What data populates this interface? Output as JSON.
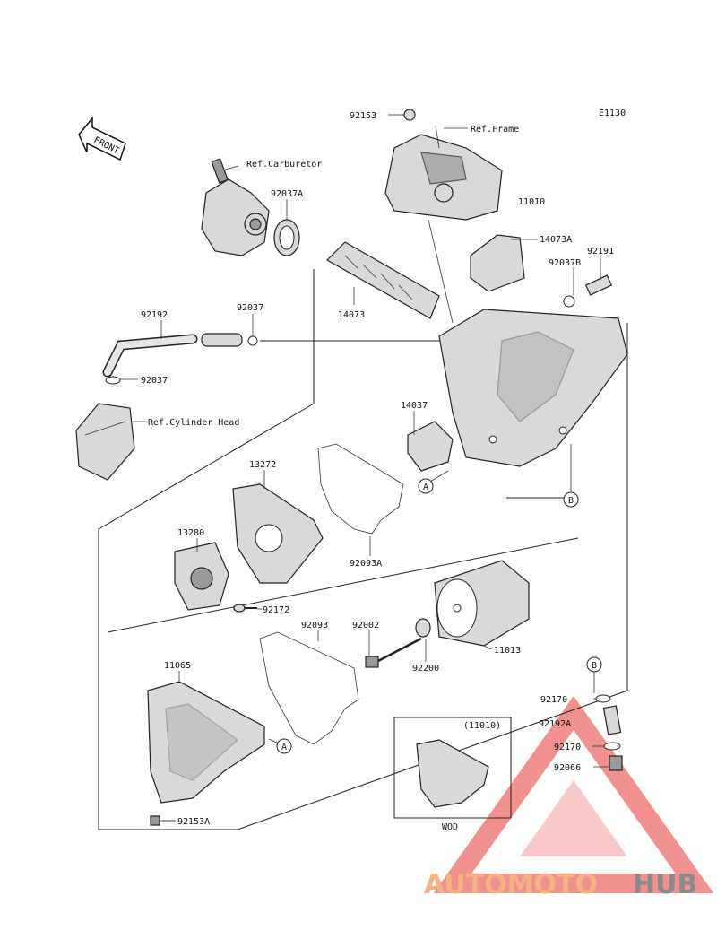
{
  "diagram_code": "E1130",
  "front_label": "FRONT",
  "refs": {
    "carburetor": "Ref.Carburetor",
    "frame": "Ref.Frame",
    "cylinder_head": "Ref.Cylinder Head"
  },
  "part_numbers": {
    "p92153": "92153",
    "p11010": "11010",
    "p92037A": "92037A",
    "p14073A": "14073A",
    "p92191": "92191",
    "p92037B": "92037B",
    "p92192": "92192",
    "p92037_top": "92037",
    "p14073": "14073",
    "p92037_left": "92037",
    "p14037": "14037",
    "p13272": "13272",
    "p13280": "13280",
    "p92093A": "92093A",
    "p92172": "92172",
    "p92093": "92093",
    "p92002": "92002",
    "p11065": "11065",
    "p92200": "92200",
    "p11013": "11013",
    "p92170_a": "92170",
    "p92192A": "92192A",
    "p92170_b": "92170",
    "p92066": "92066",
    "p92153A": "92153A",
    "inset_part": "(11010)",
    "inset_label": "WOD"
  },
  "markers": {
    "a1": "A",
    "a2": "A",
    "b1": "B",
    "b2": "B"
  },
  "watermark": {
    "part1": "AUTOMOTO",
    "part2": "HUB",
    "color1": "#f4b183",
    "color2": "#8a8a8a",
    "logo_color": "#e53935"
  }
}
